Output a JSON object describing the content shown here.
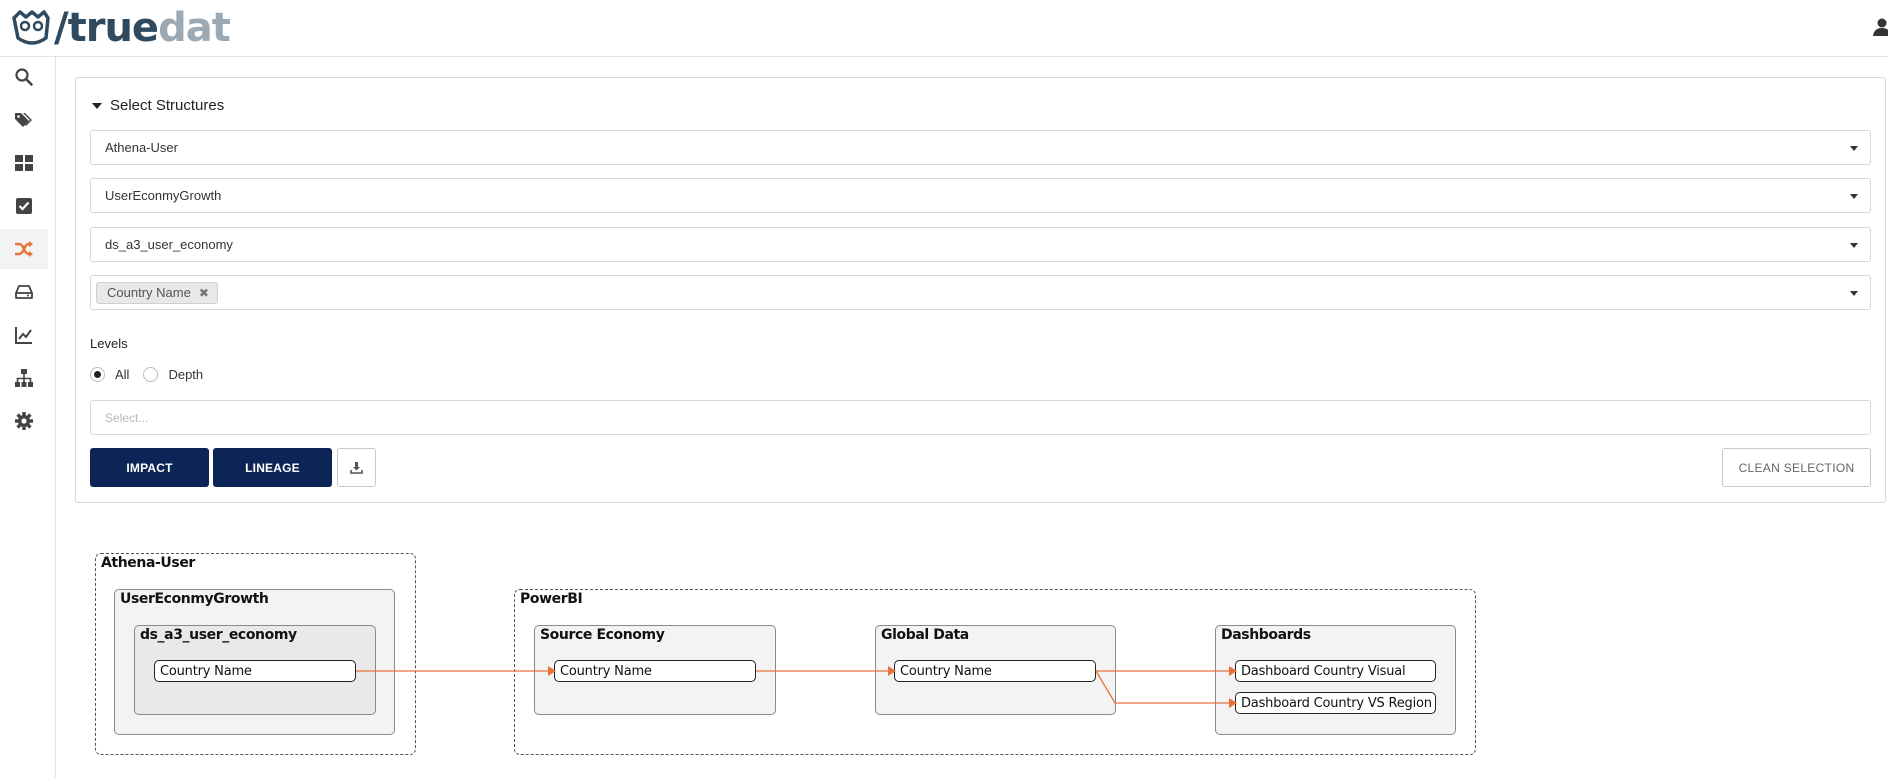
{
  "app": {
    "logo_text_1": "/true",
    "logo_text_2": "dat"
  },
  "sidebar": {
    "items": [
      {
        "name": "search-icon"
      },
      {
        "name": "tags-icon"
      },
      {
        "name": "dashboard-icon"
      },
      {
        "name": "checkbox-icon"
      },
      {
        "name": "lineage-icon",
        "active": true
      },
      {
        "name": "storage-icon"
      },
      {
        "name": "chart-icon"
      },
      {
        "name": "hierarchy-icon"
      },
      {
        "name": "gear-icon"
      }
    ]
  },
  "panel": {
    "title": "Select Structures",
    "system": "Athena-User",
    "group": "UserEconmyGrowth",
    "structure": "ds_a3_user_economy",
    "field_chip": "Country Name",
    "chip_close": "✖",
    "levels_label": "Levels",
    "radio_all": "All",
    "radio_depth": "Depth",
    "depth_placeholder": "Select...",
    "impact_label": "IMPACT",
    "lineage_label": "LINEAGE",
    "clean_label": "CLEAN SELECTION"
  },
  "graph": {
    "athena_label": "Athena-User",
    "userecon_label": "UserEconmyGrowth",
    "ds_label": "ds_a3_user_economy",
    "node_country": "Country Name",
    "powerbi_label": "PowerBI",
    "source_label": "Source Economy",
    "global_label": "Global Data",
    "dash_label": "Dashboards",
    "dash_visual": "Dashboard Country Visual",
    "dash_region": "Dashboard Country VS Region",
    "edge_color": "#e8733a"
  }
}
